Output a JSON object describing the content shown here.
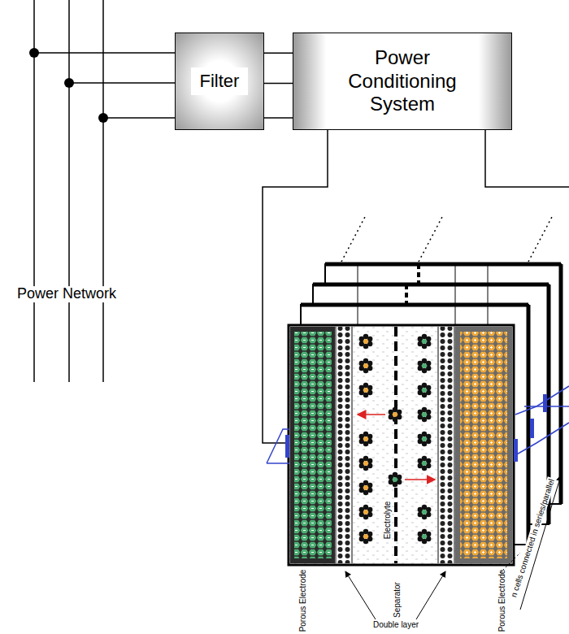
{
  "diagram": {
    "nodes": [
      {
        "text": [
          "Filter"
        ]
      },
      {
        "text": [
          "Power Conditioning System"
        ]
      }
    ],
    "edges": [
      {
        "from": 0,
        "to": 1,
        "arrow": "none"
      },
      {
        "from": 0,
        "to": 1,
        "arrow": "none"
      },
      {
        "from": 0,
        "to": 1,
        "arrow": "none"
      }
    ],
    "labels": [
      "Power Network",
      "Porous Electrode",
      "Electrolyte",
      "Separator",
      "Porous Electrode",
      "Double layer",
      "n cells connected in series/parallel"
    ]
  }
}
